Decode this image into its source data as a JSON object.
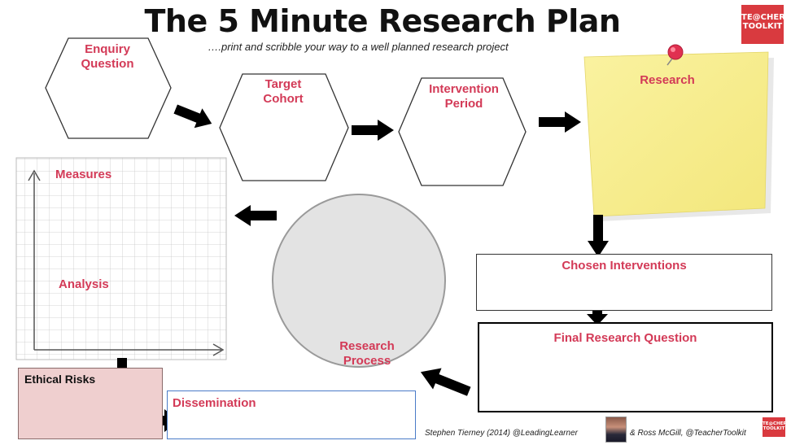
{
  "header": {
    "title": "The 5 Minute Research Plan",
    "subtitle": "….print and scribble your way to a well planned research project"
  },
  "logo": {
    "line1": "TE@CHER",
    "line2": "TOOLKIT"
  },
  "nodes": {
    "enquiry_question": "Enquiry Question",
    "target_cohort": "Target Cohort",
    "intervention_period": "Intervention Period",
    "research": "Research",
    "measures": "Measures",
    "analysis": "Analysis",
    "research_process": "Research Process",
    "chosen_interventions": "Chosen Interventions",
    "final_research_question": "Final Research Question",
    "ethical_risks": "Ethical Risks",
    "dissemination": "Dissemination"
  },
  "footer": {
    "credit_left": "Stephen Tierney (2014) @LeadingLearner",
    "credit_right": "& Ross McGill, @TeacherToolkit"
  },
  "colors": {
    "label": "#d33a57",
    "sticky_note": "#f7ee8e",
    "pin": "#e03050",
    "circle_fill": "#e3e3e3",
    "ethical_fill": "#efcfcf",
    "dissemination_border": "#4a7bc8",
    "logo_bg": "#d93a3f"
  }
}
